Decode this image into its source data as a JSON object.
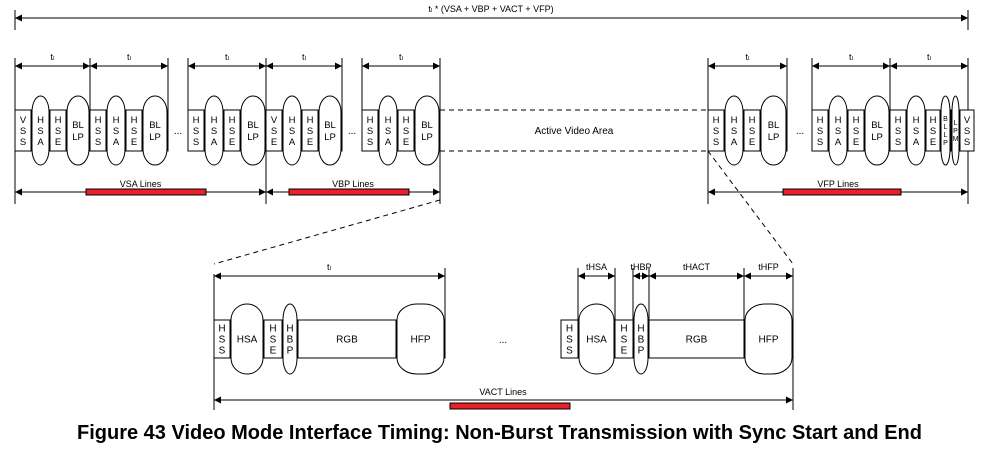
{
  "total_label": "tₗ * (VSA + VBP + VACT + VFP)",
  "tl_label": "tₗ",
  "active_video_label": "Active Video Area",
  "ellipsis": "...",
  "vsa_lines": "VSA Lines",
  "vbp_lines": "VBP Lines",
  "vfp_lines": "VFP Lines",
  "vact_lines": "VACT Lines",
  "t_hsa": "tHSA",
  "t_hbp": "tHBP",
  "t_hact": "tHACT",
  "t_hfp": "tHFP",
  "caption": "Figure 43 Video Mode Interface Timing: Non-Burst Transmission with Sync Start and End",
  "packets": {
    "VSS": [
      "V",
      "S",
      "S"
    ],
    "HSS": [
      "H",
      "S",
      "S"
    ],
    "HSA": [
      "H",
      "S",
      "A"
    ],
    "HSE": [
      "H",
      "S",
      "E"
    ],
    "VSE": [
      "V",
      "S",
      "E"
    ],
    "BLLP": [
      "BL",
      "LP"
    ],
    "BLLP_SMALL": [
      "B",
      "L",
      "L",
      "P"
    ],
    "LPM": [
      "L",
      "P",
      "M"
    ],
    "HBP": [
      "H",
      "B",
      "P"
    ],
    "HSA_WORD": [
      "HSA"
    ],
    "RGB": [
      "RGB"
    ],
    "HFP": [
      "HFP"
    ]
  },
  "colors": {
    "bar": "#e8202a",
    "line": "#000000"
  }
}
